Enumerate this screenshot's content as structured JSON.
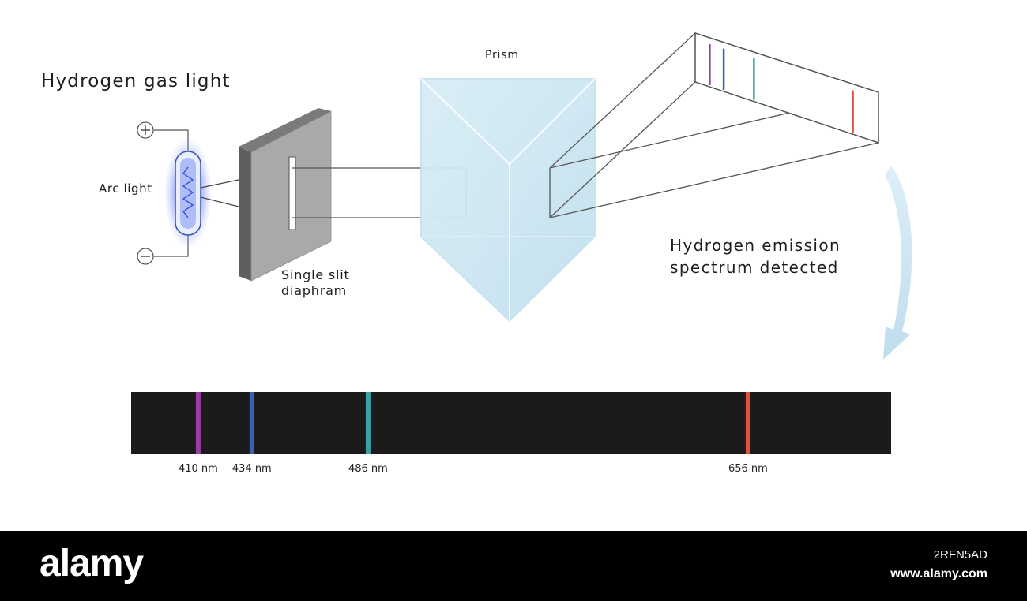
{
  "labels": {
    "title": "Hydrogen gas light",
    "prism": "Prism",
    "arc_light": "Arc light",
    "slit_line1": "Single slit",
    "slit_line2": "diaphram",
    "emission_line1": "Hydrogen emission",
    "emission_line2": "spectrum detected"
  },
  "spectrum": {
    "range_nm": [
      380,
      720
    ],
    "lines": [
      {
        "wavelength": 410,
        "label": "410 nm",
        "color": "#9b3da6"
      },
      {
        "wavelength": 434,
        "label": "434 nm",
        "color": "#3a5fb4"
      },
      {
        "wavelength": 486,
        "label": "486 nm",
        "color": "#3aa3a8"
      },
      {
        "wavelength": 656,
        "label": "656 nm",
        "color": "#e0503c"
      }
    ]
  },
  "colors": {
    "spectrum_background": "#1c1a1b",
    "prism_fill": "#cfe8f3",
    "arrow": "#c6e3f2",
    "arc_glow": "#4a6cf0"
  },
  "watermark": {
    "logo": "alamy",
    "image_code": "2RFN5AD",
    "site": "www.alamy.com"
  }
}
